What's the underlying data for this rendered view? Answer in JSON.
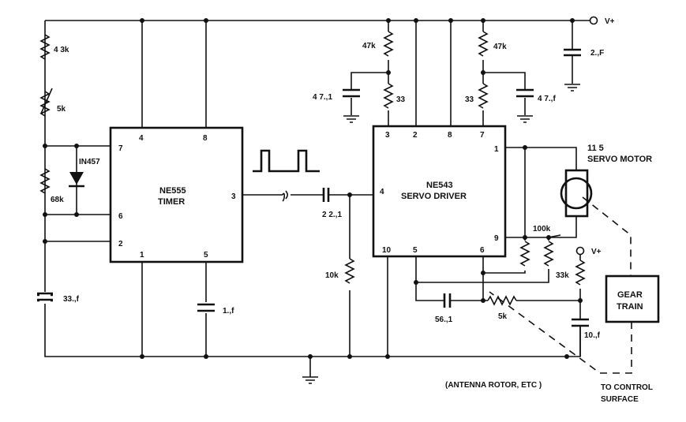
{
  "supply": {
    "vplus": "V+",
    "vplus_2": "V+"
  },
  "timer": {
    "name": "NE555",
    "subtitle": "TIMER",
    "pins": {
      "p4": "4",
      "p8": "8",
      "p7": "7",
      "p6": "6",
      "p2": "2",
      "p3": "3",
      "p1": "1",
      "p5": "5"
    }
  },
  "driver": {
    "name": "NE543",
    "subtitle": "SERVO DRIVER",
    "pins": {
      "p3": "3",
      "p2": "2",
      "p8": "8",
      "p7": "7",
      "p4": "4",
      "p1": "1",
      "p9": "9",
      "p10": "10",
      "p5": "5",
      "p6": "6"
    }
  },
  "components": {
    "r_4k3": "4 3k",
    "pot_5k_timer": "5k",
    "r_68k": "68k",
    "diode": "IN457",
    "c_33u": "33.,f",
    "c_1u": "1.,f",
    "c_2u2": "2 2.,1",
    "r_10k": "10k",
    "r_47k_left": "47k",
    "r_33_left": "33",
    "c_4u7_left": "4 7.,1",
    "r_47k_right": "47k",
    "r_33_right": "33",
    "c_4u7_right": "4 7.,f",
    "c_2uF": "2.,F",
    "pot_100k": "100k",
    "r_33k": "33k",
    "c_56u": "56.,1",
    "pot_5k_feedback": "5k",
    "c_10u": "10.,f"
  },
  "motor": {
    "line1": "11 5",
    "line2": "SERVO MOTOR"
  },
  "gear_train": {
    "line1": "GEAR",
    "line2": "TRAIN"
  },
  "notes": {
    "antenna": "(ANTENNA ROTOR, ETC )",
    "control_1": "TO CONTROL",
    "control_2": "SURFACE"
  }
}
